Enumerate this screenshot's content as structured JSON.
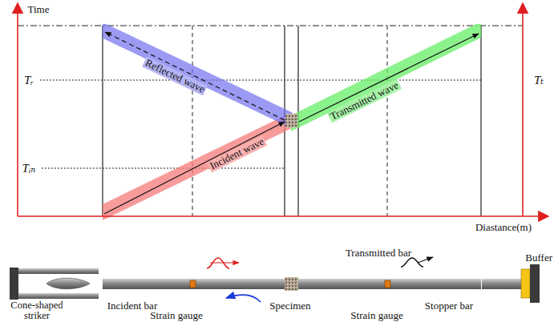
{
  "diagram": {
    "labels": [
      "Time",
      "Tᵣ",
      "Tᵢₙ",
      "Tₜ",
      "Diastance(m)",
      "Reflected wave",
      "Incident wave",
      "Transmitted wave",
      "Transmitted bar",
      "Buffer",
      "Incident bar",
      "Strain gauge",
      "Specimen",
      "Strain gauge",
      "Stopper bar",
      "Cone-shaped striker"
    ]
  }
}
